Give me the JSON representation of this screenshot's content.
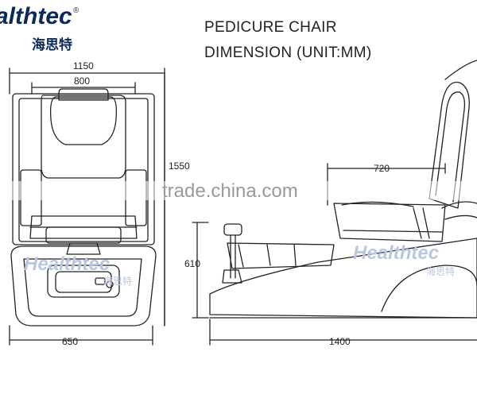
{
  "brand": {
    "name": "althtec",
    "registered": "®",
    "chinese": "海思特"
  },
  "title": {
    "line1": "PEDICURE CHAIR",
    "line2": "DIMENSION (UNIT:MM)"
  },
  "dimensions": {
    "overall_width": "1150",
    "seat_width": "800",
    "overall_height": "1550",
    "base_width": "650",
    "seat_depth": "720",
    "tub_height": "610",
    "overall_length": "1400"
  },
  "watermarks": {
    "site": "trade.china.com",
    "brand_left": "Healthtec",
    "brand_left_cn": "海思特",
    "brand_right": "Healthtec",
    "brand_right_cn": "海思特"
  },
  "colors": {
    "line": "#222222",
    "brand": "#0a2a5a",
    "watermark": "#b9c7e0",
    "site_watermark": "#9a9a9a"
  }
}
